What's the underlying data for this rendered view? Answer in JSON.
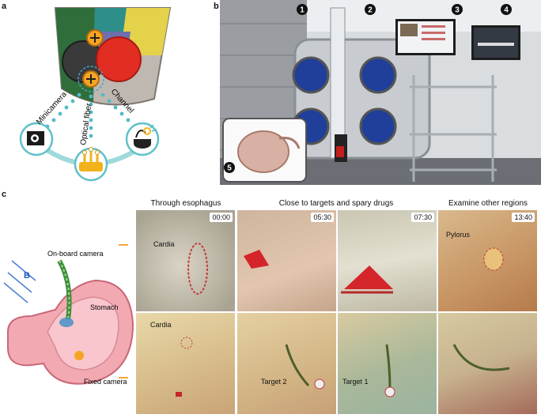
{
  "panels": {
    "a": {
      "letter": "a",
      "labels": {
        "minicamera": "Minicamera",
        "fiber": "Optical fiber",
        "channel": "Channel"
      }
    },
    "b": {
      "letter": "b",
      "callouts": [
        "1",
        "2",
        "3",
        "4",
        "5"
      ]
    },
    "c": {
      "letter": "c",
      "headers": [
        "Through esophagus",
        "Close to targets and spary drugs",
        "Examine other regions"
      ],
      "diagram": {
        "field": "B",
        "onboard": "On-board camera",
        "stomach": "Stomach",
        "fixed": "Fixed camera"
      },
      "top_row": [
        {
          "time": "00:00",
          "label": "Cardia"
        },
        {
          "time": "05:30",
          "label": ""
        },
        {
          "time": "07:30",
          "label": ""
        },
        {
          "time": "13:40",
          "label": "Pylorus"
        }
      ],
      "bottom_row": [
        {
          "label": "Cardia"
        },
        {
          "label": "Target 2"
        },
        {
          "label": "Target 1"
        },
        {
          "label": ""
        }
      ]
    }
  }
}
